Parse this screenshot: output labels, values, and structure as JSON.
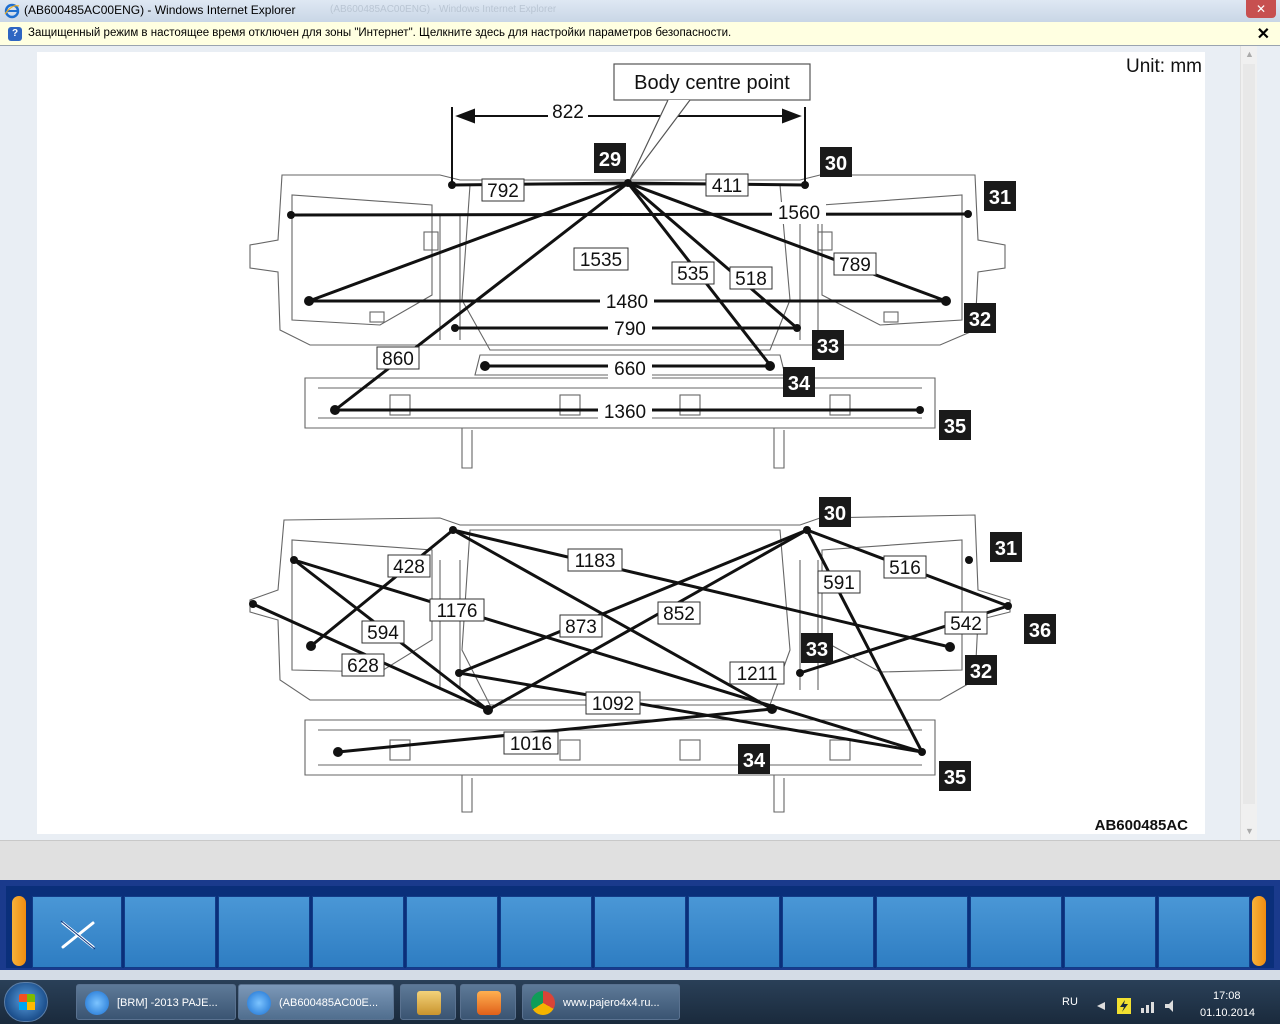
{
  "window": {
    "title": "(AB600485AC00ENG) - Windows Internet Explorer",
    "ghost_title": "(AB600485AC00ENG) - Windows Internet Explorer",
    "close_label": "✕"
  },
  "infobar": {
    "message": "Защищенный режим в настоящее время отключен для зоны \"Интернет\". Щелкните здесь для настройки параметров безопасности.",
    "close_label": "✕"
  },
  "diagram": {
    "unit_label": "Unit: mm",
    "callout_label": "Body centre point",
    "figure_id": "AB600485AC",
    "top_view": {
      "width_dimension": "822",
      "point_labels": [
        "29",
        "30",
        "31",
        "32",
        "33",
        "34",
        "35"
      ],
      "dimensions": [
        "792",
        "411",
        "1560",
        "1535",
        "535",
        "518",
        "789",
        "1480",
        "790",
        "860",
        "660",
        "1360"
      ]
    },
    "bottom_view": {
      "point_labels": [
        "30",
        "31",
        "36",
        "32",
        "33",
        "34",
        "35"
      ],
      "dimensions": [
        "428",
        "1183",
        "516",
        "591",
        "1176",
        "873",
        "852",
        "594",
        "542",
        "628",
        "1211",
        "1092",
        "1016"
      ]
    }
  },
  "scrollbar": {
    "up_arrow": "▲",
    "down_arrow": "▼"
  },
  "function_bar": {
    "exit_icon": "close-x-icon"
  },
  "taskbar": {
    "tasks": [
      {
        "label": "[BRM] -2013 PAJE...",
        "icon": "ie-icon"
      },
      {
        "label": "(AB600485AC00E...",
        "icon": "ie-icon"
      },
      {
        "label": "",
        "icon": "folder-icon"
      },
      {
        "label": "",
        "icon": "media-player-icon"
      },
      {
        "label": "www.pajero4x4.ru...",
        "icon": "chrome-icon"
      }
    ],
    "language": "RU",
    "time": "17:08",
    "date": "01.10.2014"
  }
}
